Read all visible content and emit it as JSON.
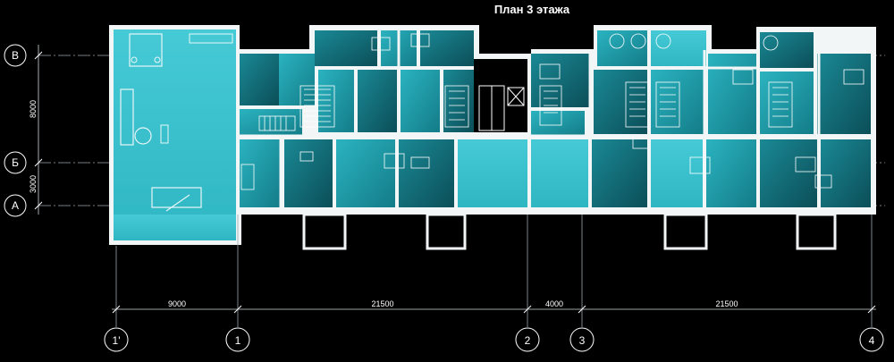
{
  "title": "План 3 этажа",
  "grid_rows": [
    {
      "letter": "В"
    },
    {
      "letter": "Б"
    },
    {
      "letter": "А"
    }
  ],
  "vertical_dims": [
    "8000",
    "3000"
  ],
  "horizontal_dims": [
    "9000",
    "21500",
    "4000",
    "21500"
  ],
  "grid_columns": [
    "1'",
    "1",
    "2",
    "3",
    "4"
  ],
  "colors": {
    "background": "#000000",
    "wall": "#f2f6f7",
    "room_light": "#3cc4d0",
    "room_mid": "#1f9fad",
    "room_dark": "#0e5f6a",
    "line": "#cfd8db"
  }
}
